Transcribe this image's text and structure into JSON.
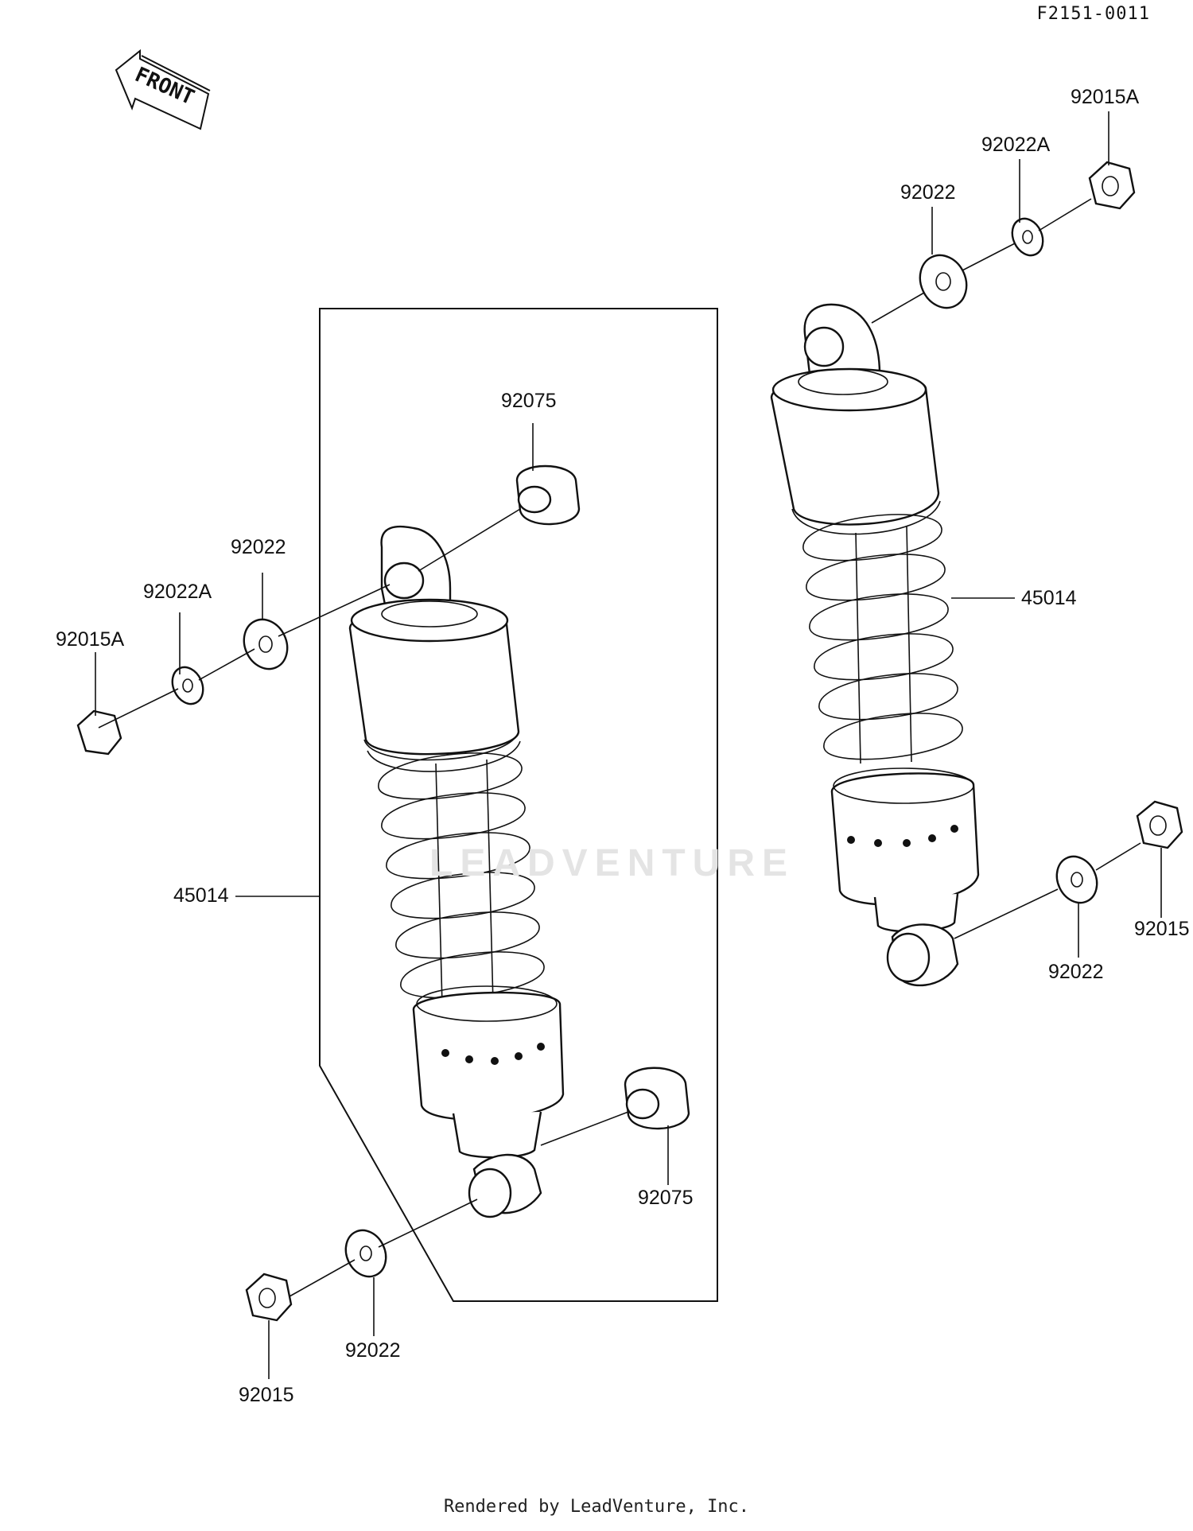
{
  "diagram_id": "F2151-0011",
  "front_label": "FRONT",
  "watermark": "LEADVENTURE",
  "footer_credit": "Rendered by LeadVenture, Inc.",
  "callouts": {
    "left_92015A": "92015A",
    "left_92022A": "92022A",
    "left_92022_top": "92022",
    "left_92075_top": "92075",
    "left_45014": "45014",
    "left_92075_bottom": "92075",
    "left_92022_bottom": "92022",
    "left_92015_bottom": "92015",
    "right_92015A": "92015A",
    "right_92022A": "92022A",
    "right_92022_top": "92022",
    "right_45014": "45014",
    "right_92022_bottom": "92022",
    "right_92015_bottom": "92015"
  }
}
